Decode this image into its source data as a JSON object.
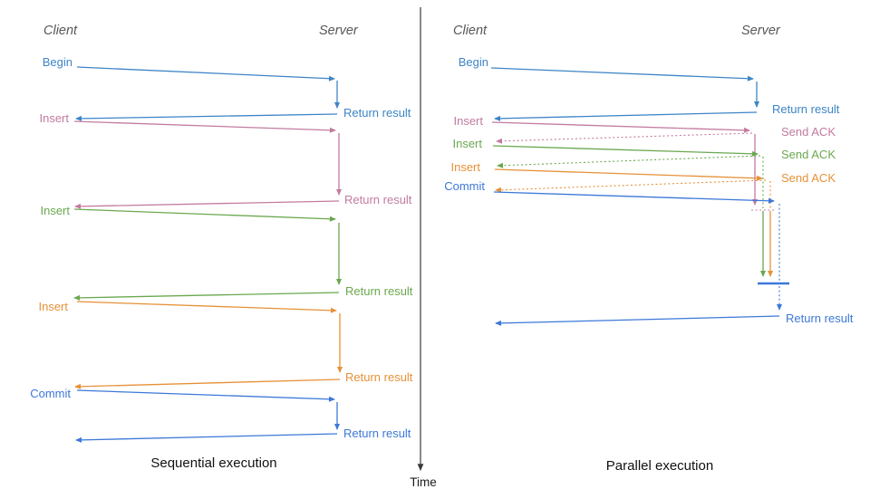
{
  "colors": {
    "blue_begin": "#3d85c6",
    "blue_commit": "#3c78d8",
    "pink": "#c27ba0",
    "green": "#6aa84f",
    "orange": "#e69138",
    "header_gray": "#575757",
    "caption_text": "#111111",
    "axis": "#3a3a3a"
  },
  "left": {
    "client_header": "Client",
    "server_header": "Server",
    "caption": "Sequential execution",
    "flows": [
      {
        "label": "Begin",
        "return_label": "Return result"
      },
      {
        "label": "Insert",
        "return_label": "Return result"
      },
      {
        "label": "Insert",
        "return_label": "Return result"
      },
      {
        "label": "Insert",
        "return_label": "Return result"
      },
      {
        "label": "Commit",
        "return_label": "Return result"
      }
    ]
  },
  "right": {
    "client_header": "Client",
    "server_header": "Server",
    "caption": "Parallel execution",
    "flows": [
      {
        "label": "Begin",
        "return_label": "Return result"
      },
      {
        "label": "Insert",
        "ack_label": "Send ACK"
      },
      {
        "label": "Insert",
        "ack_label": "Send ACK"
      },
      {
        "label": "Insert",
        "ack_label": "Send ACK"
      },
      {
        "label": "Commit",
        "return_label": "Return result"
      }
    ]
  },
  "time_axis": {
    "label": "Time"
  }
}
